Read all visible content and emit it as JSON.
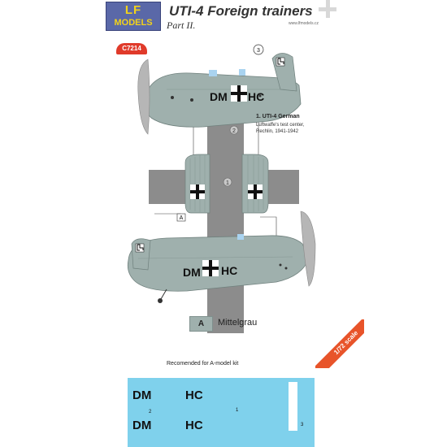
{
  "header": {
    "logo_line1": "LF",
    "logo_line2": "MODELS",
    "title": "UTI-4 Foreign trainers",
    "subtitle": "Part II.",
    "website": "www.lfmodels.cz"
  },
  "badge": {
    "code": "C7214"
  },
  "aircraft": {
    "number": "1. UTI-4 German",
    "unit": "Luftwaffe's test center,",
    "location": "Rechlin, 1941-1942",
    "code_left": "DM",
    "code_right": "HC"
  },
  "callouts": [
    "3",
    "2",
    "1",
    "A"
  ],
  "legend": {
    "swatch_label": "A",
    "color_name": "Mittelgrau",
    "swatch_color": "#9fb0ad"
  },
  "scale": "1/72 scale",
  "note": "Recomended for A-model kit",
  "decal_sheet": {
    "background": "#7fd1ec",
    "row1": {
      "left": "DM",
      "right": "HC"
    },
    "row2": {
      "left": "DM",
      "right": "HC"
    },
    "numbers": [
      "2",
      "1",
      "3"
    ]
  }
}
